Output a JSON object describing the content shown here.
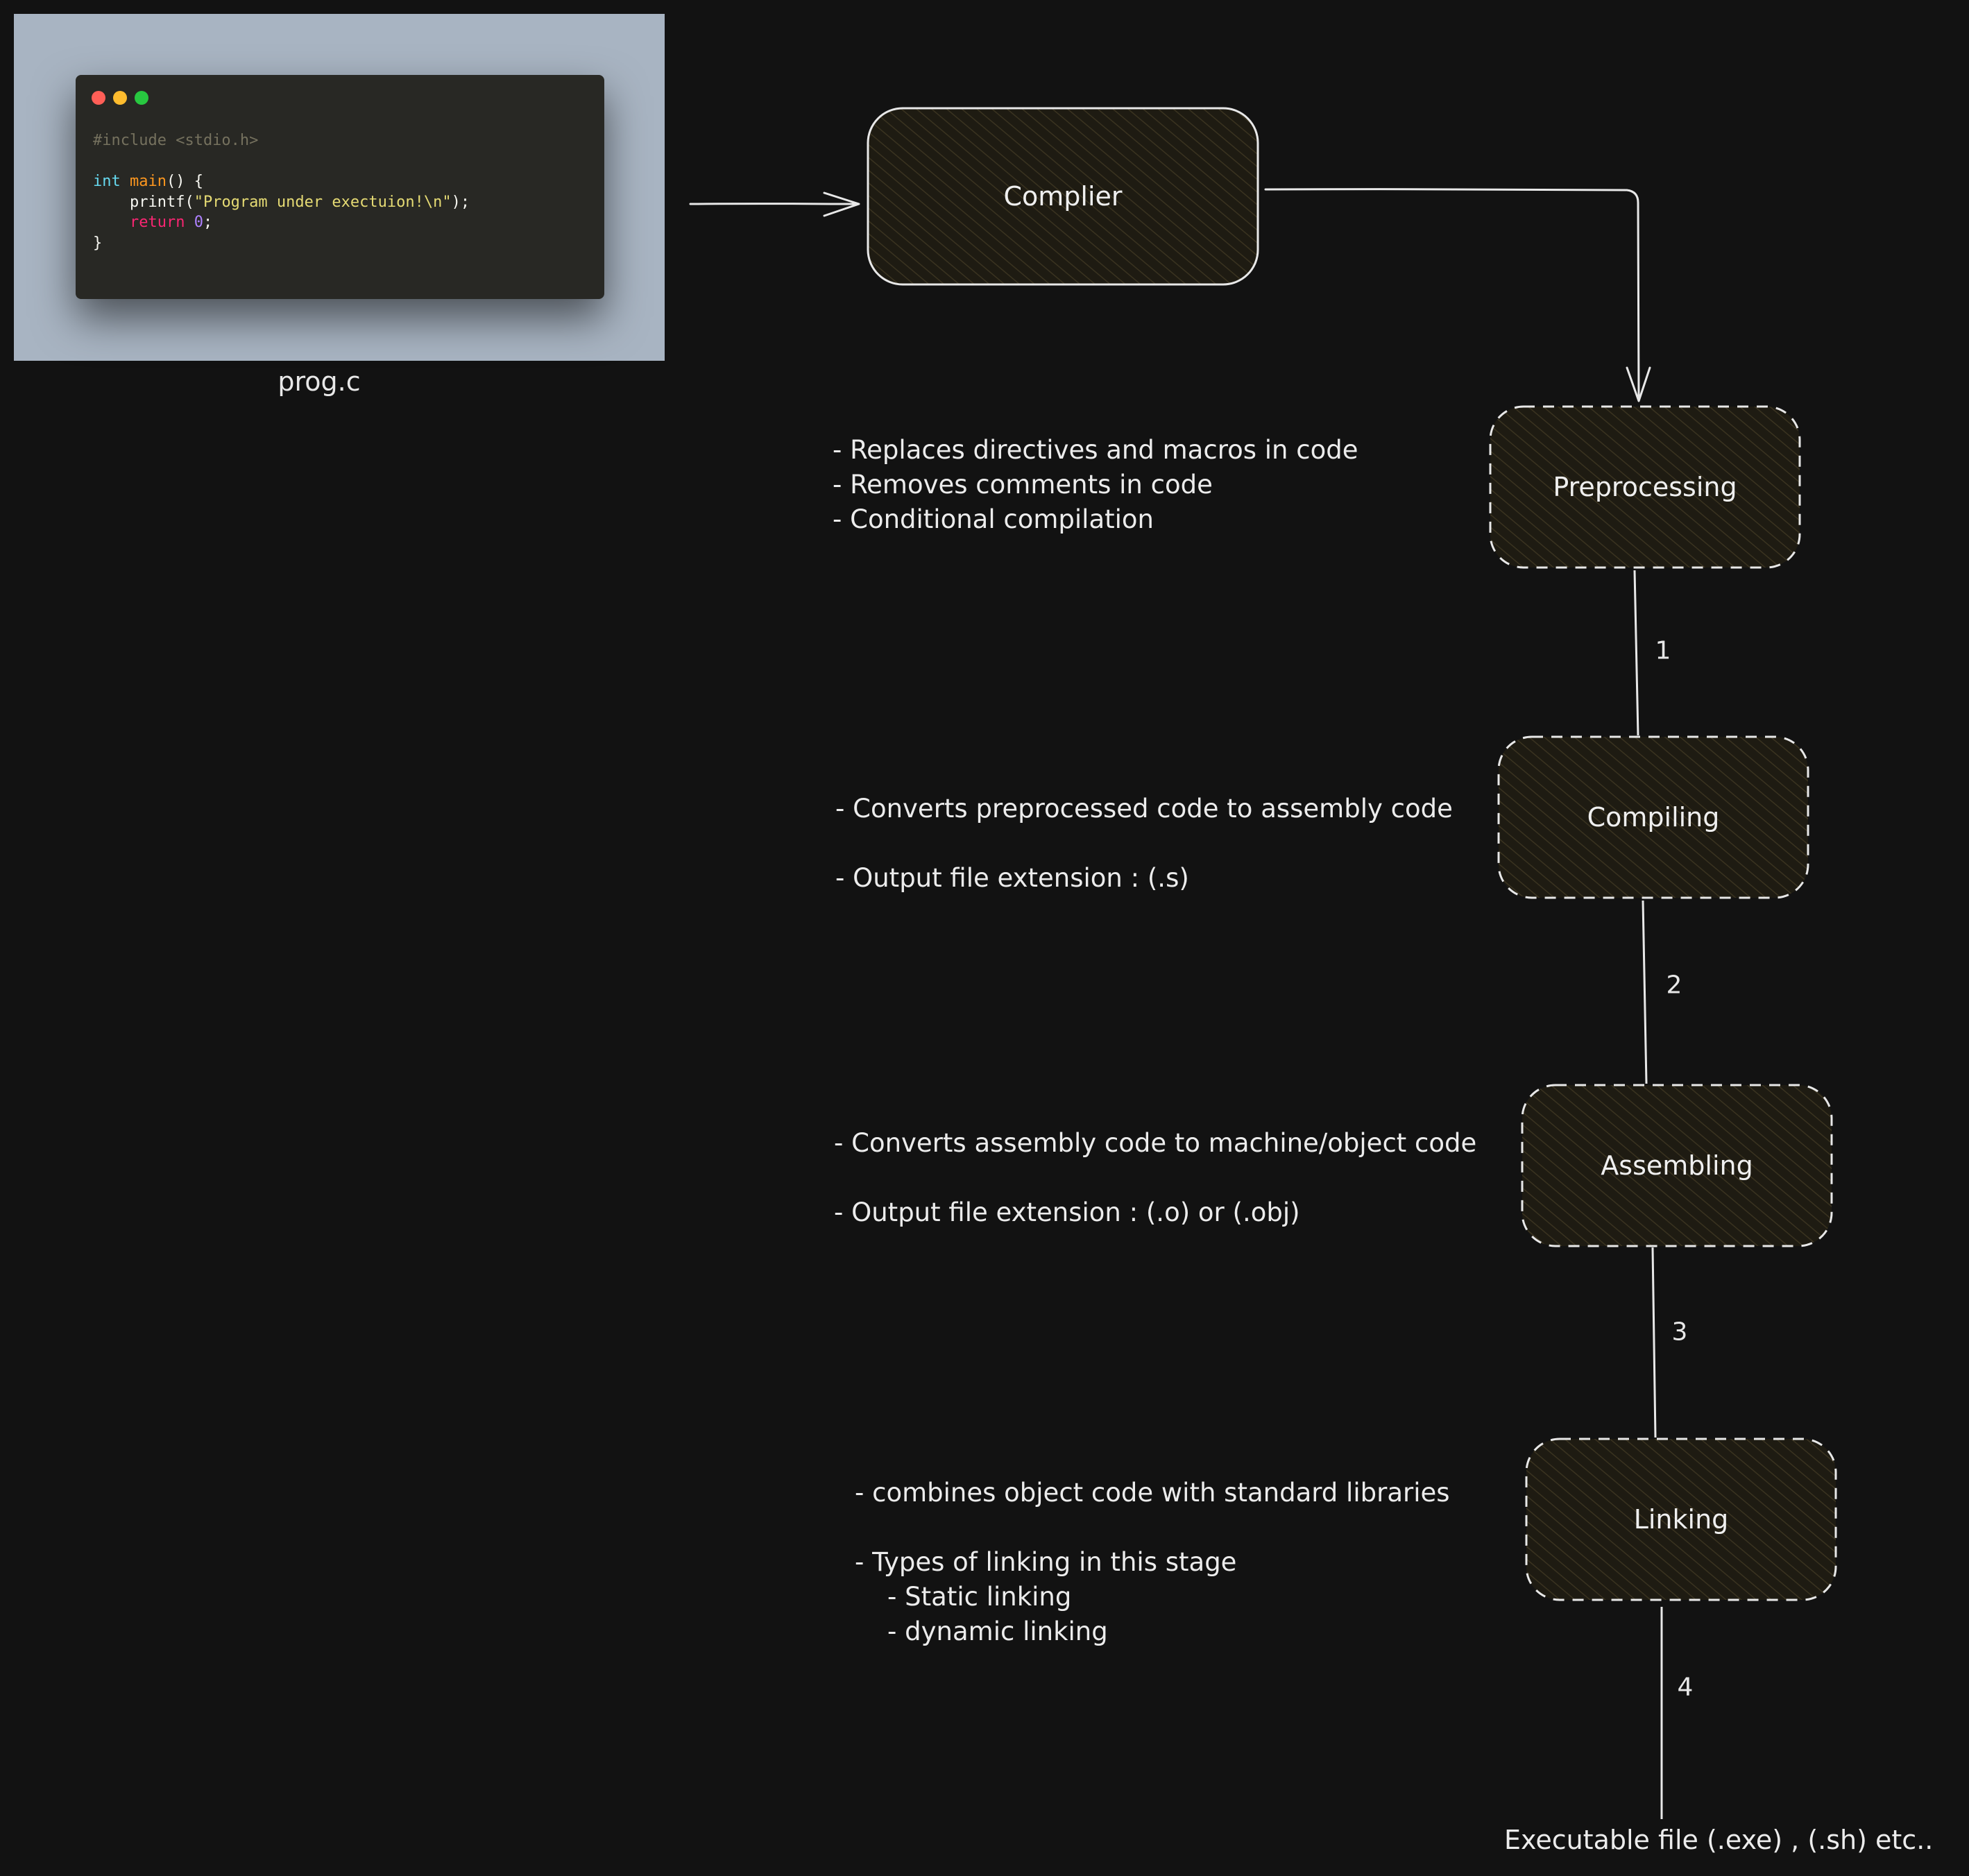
{
  "source_file": {
    "name": "prog.c",
    "code_lines": [
      {
        "parts": [
          {
            "t": "#include <stdio.h>",
            "c": "tok-comment"
          }
        ]
      },
      {
        "parts": [
          {
            "t": "",
            "c": ""
          }
        ]
      },
      {
        "parts": [
          {
            "t": "int",
            "c": "tok-type"
          },
          {
            "t": " ",
            "c": ""
          },
          {
            "t": "main",
            "c": "tok-fnname"
          },
          {
            "t": "() {",
            "c": ""
          }
        ]
      },
      {
        "parts": [
          {
            "t": "    printf(",
            "c": ""
          },
          {
            "t": "\"Program under exectuion!\\n\"",
            "c": "tok-str"
          },
          {
            "t": ");",
            "c": ""
          }
        ]
      },
      {
        "parts": [
          {
            "t": "    ",
            "c": ""
          },
          {
            "t": "return",
            "c": "tok-kw"
          },
          {
            "t": " ",
            "c": ""
          },
          {
            "t": "0",
            "c": "tok-num"
          },
          {
            "t": ";",
            "c": ""
          }
        ]
      },
      {
        "parts": [
          {
            "t": "}",
            "c": ""
          }
        ]
      }
    ]
  },
  "compiler": {
    "label": "Complier"
  },
  "stages": [
    {
      "label": "Preprocessing",
      "step": "1"
    },
    {
      "label": "Compiling",
      "step": "2"
    },
    {
      "label": "Assembling",
      "step": "3"
    },
    {
      "label": "Linking",
      "step": "4"
    }
  ],
  "notes": {
    "preprocessing": "- Replaces directives and macros in code\n- Removes comments in code\n- Conditional compilation",
    "compiling": "- Converts preprocessed code to assembly code\n\n- Output file extension : (.s)",
    "assembling": "- Converts assembly code to machine/object code\n\n- Output file extension : (.o) or (.obj)",
    "linking": "- combines object code with standard libraries\n\n- Types of linking in this stage\n    - Static linking\n    - dynamic linking"
  },
  "output": {
    "label": "Executable file (.exe) , (.sh) etc.."
  },
  "colors": {
    "background": "#121212",
    "code_frame": "#a8b4c2",
    "editor": "#282824",
    "box_fill": "#1e1b12",
    "hatch": "#3a3320",
    "stroke": "#e8e8e8",
    "dot_red": "#ff5f57",
    "dot_yellow": "#febc2e",
    "dot_green": "#28c840"
  }
}
